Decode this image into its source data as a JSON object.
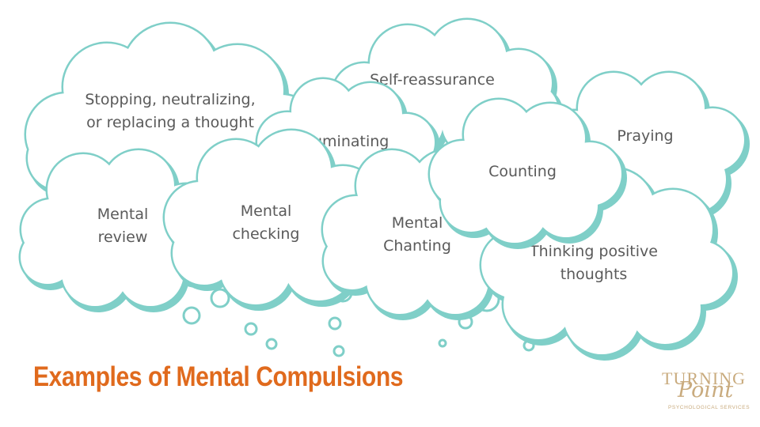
{
  "colors": {
    "cloud_outline": "#7fcfc8",
    "cloud_fill": "#ffffff",
    "text": "#5a5a5a",
    "title": "#e06a1d",
    "logo": "#c9ab7e"
  },
  "clouds": [
    {
      "id": "stopping",
      "lines": [
        "Stopping, neutralizing,",
        "or replacing a thought"
      ]
    },
    {
      "id": "self-reassurance",
      "lines": [
        "Self-reassurance"
      ]
    },
    {
      "id": "ruminating",
      "lines": [
        "Ruminating"
      ]
    },
    {
      "id": "praying",
      "lines": [
        "Praying"
      ]
    },
    {
      "id": "counting",
      "lines": [
        "Counting"
      ]
    },
    {
      "id": "mental-review",
      "lines": [
        "Mental",
        "review"
      ]
    },
    {
      "id": "mental-checking",
      "lines": [
        "Mental",
        "checking"
      ]
    },
    {
      "id": "mental-chanting",
      "lines": [
        "Mental",
        "Chanting"
      ]
    },
    {
      "id": "thinking-positive",
      "lines": [
        "Thinking positive",
        "thoughts"
      ]
    }
  ],
  "title": "Examples of Mental Compulsions",
  "logo": {
    "top": "TURNING",
    "script": "Point",
    "sub": "PSYCHOLOGICAL SERVICES"
  }
}
